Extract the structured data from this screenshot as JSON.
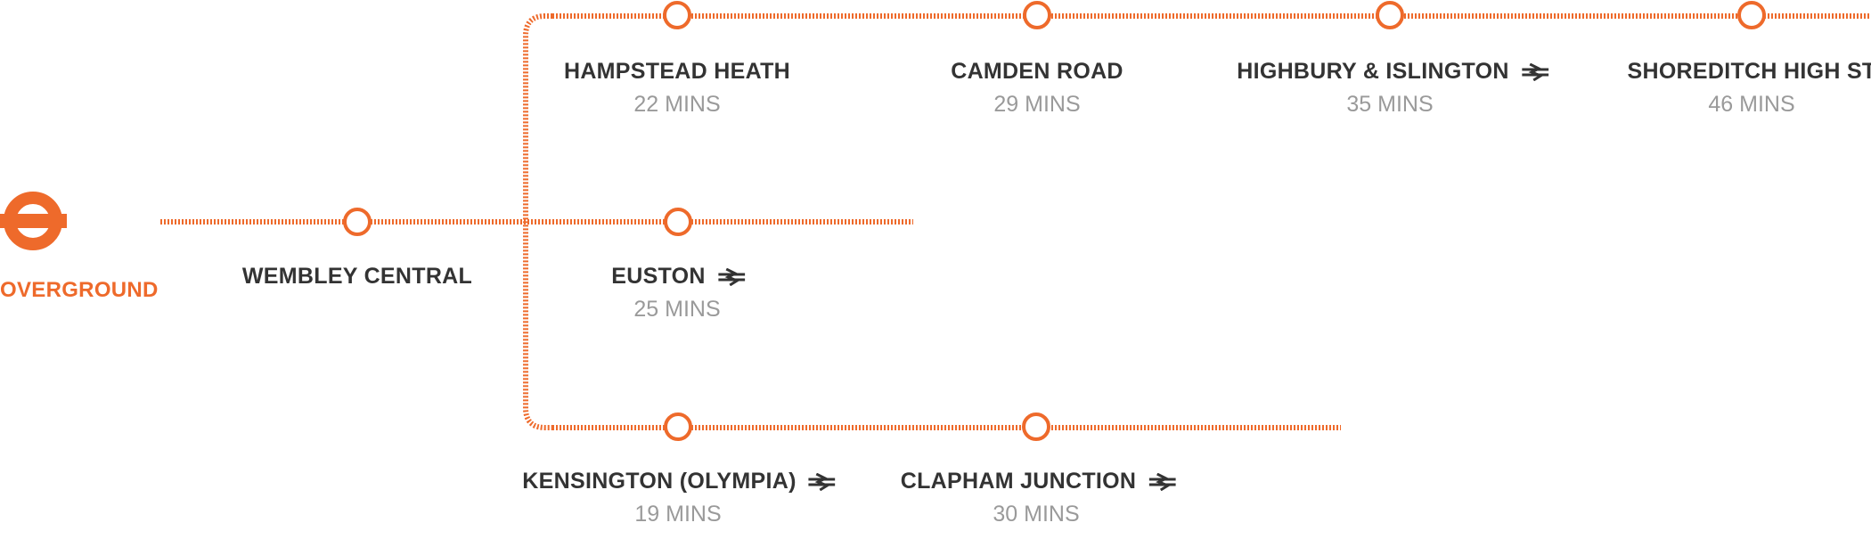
{
  "brand": {
    "name": "OVERGROUND",
    "color": "#ee6a2b",
    "icon": "roundel-icon"
  },
  "colors": {
    "line": "#ee6a2b",
    "station_name": "#333333",
    "travel_time": "#9a9a9a"
  },
  "stations": {
    "wembley_central": {
      "name": "WEMBLEY CENTRAL"
    },
    "hampstead_heath": {
      "name": "HAMPSTEAD HEATH",
      "time": "22 MINS"
    },
    "camden_road": {
      "name": "CAMDEN ROAD",
      "time": "29 MINS"
    },
    "highbury_islington": {
      "name": "HIGHBURY & ISLINGTON",
      "time": "35 MINS",
      "icon": "national-rail-icon"
    },
    "shoreditch_high_st": {
      "name": "SHOREDITCH HIGH ST",
      "time": "46 MINS"
    },
    "euston": {
      "name": "EUSTON",
      "time": "25 MINS",
      "icon": "national-rail-icon"
    },
    "kensington_olympia": {
      "name": "KENSINGTON (OLYMPIA)",
      "time": "19 MINS",
      "icon": "national-rail-icon"
    },
    "clapham_junction": {
      "name": "CLAPHAM JUNCTION",
      "time": "30 MINS",
      "icon": "national-rail-icon"
    }
  }
}
